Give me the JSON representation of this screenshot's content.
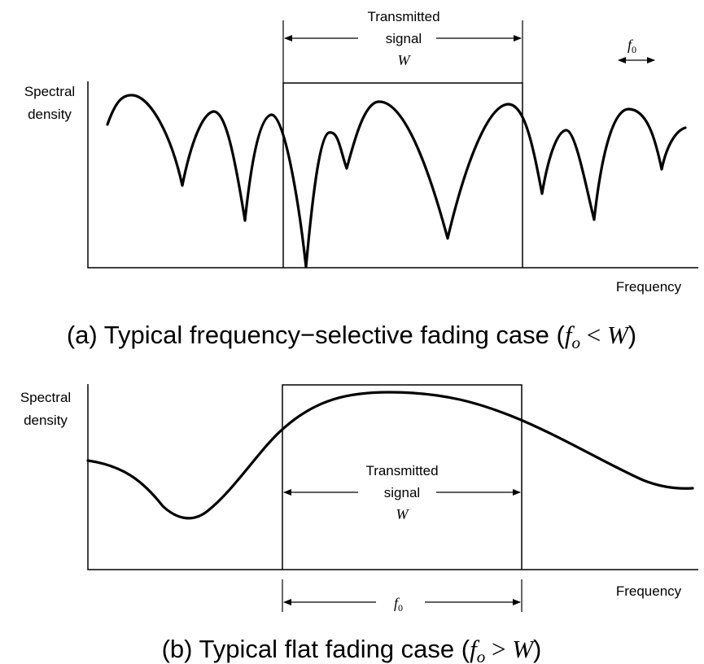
{
  "panel_a": {
    "ylabel_line1": "Spectral",
    "ylabel_line2": "density",
    "xlabel": "Frequency",
    "signal_label_line1": "Transmitted",
    "signal_label_line2": "signal",
    "signal_label_symbol": "W",
    "coherence_label": "f",
    "coherence_subscript": "0",
    "caption_prefix": "(a) Typical frequency−selective fading case (",
    "caption_f": "f",
    "caption_sub": "o",
    "caption_relation": " < ",
    "caption_w": "W",
    "caption_suffix": ")"
  },
  "panel_b": {
    "ylabel_line1": "Spectral",
    "ylabel_line2": "density",
    "xlabel": "Frequency",
    "signal_label_line1": "Transmitted",
    "signal_label_line2": "signal",
    "signal_label_symbol": "W",
    "coherence_label": "f",
    "coherence_subscript": "0",
    "caption_prefix": "(b) Typical flat fading case (",
    "caption_f": "f",
    "caption_sub": "o",
    "caption_relation": " > ",
    "caption_w": "W",
    "caption_suffix": ")"
  },
  "colors": {
    "ink": "#000000",
    "background": "#ffffff"
  }
}
